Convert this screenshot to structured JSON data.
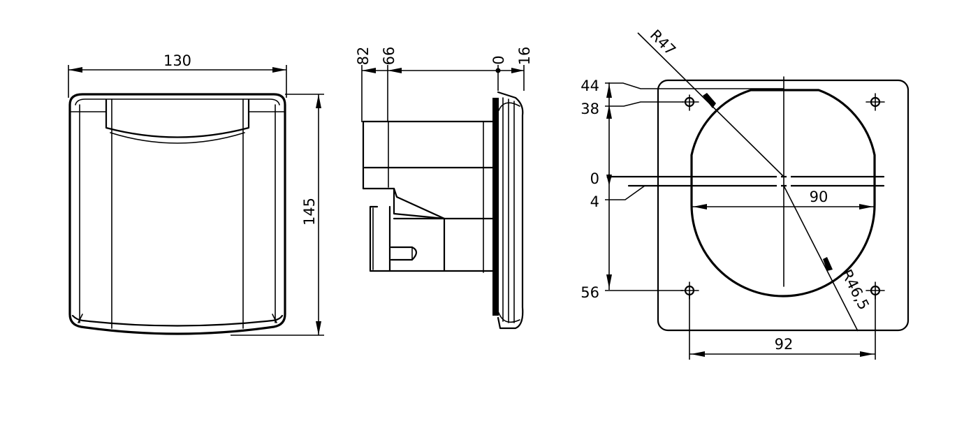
{
  "drawing": {
    "front_view": {
      "width_label": "130",
      "height_label": "145"
    },
    "side_view": {
      "depth_labels": [
        "82",
        "66",
        "0",
        "16"
      ]
    },
    "cutout_view": {
      "vertical_labels": [
        "44",
        "38",
        "0",
        "4",
        "56"
      ],
      "radius_top_label": "R47",
      "radius_bottom_label": "R46,5",
      "inner_width_label": "90",
      "hole_spacing_label": "92"
    }
  },
  "colors": {
    "line": "#000000",
    "background": "#ffffff"
  }
}
